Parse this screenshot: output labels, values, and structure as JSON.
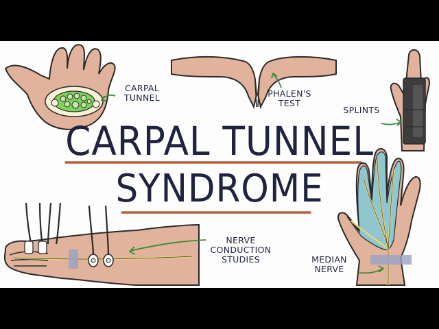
{
  "title": {
    "line1": "CARPAL TUNNEL",
    "line2": "SYNDROME"
  },
  "labels": {
    "carpal_tunnel_line1": "CARPAL",
    "carpal_tunnel_line2": "TUNNEL",
    "phalens_line1": "PHALEN'S",
    "phalens_line2": "TEST",
    "splints": "SPLINTS",
    "nerve_line1": "NERVE",
    "nerve_line2": "CONDUCTION",
    "nerve_line3": "STUDIES",
    "median_line1": "MEDIAN",
    "median_line2": "NERVE"
  },
  "colors": {
    "skin": "#e2b39c",
    "outline": "#2a2a2a",
    "underline": "#b5603e",
    "arrow": "#3a8a3a",
    "median_area": "#8fc6cf",
    "nerve": "#e8d57a",
    "splint": "#3d3d3d",
    "tunnel_green": "#7fd35c"
  }
}
